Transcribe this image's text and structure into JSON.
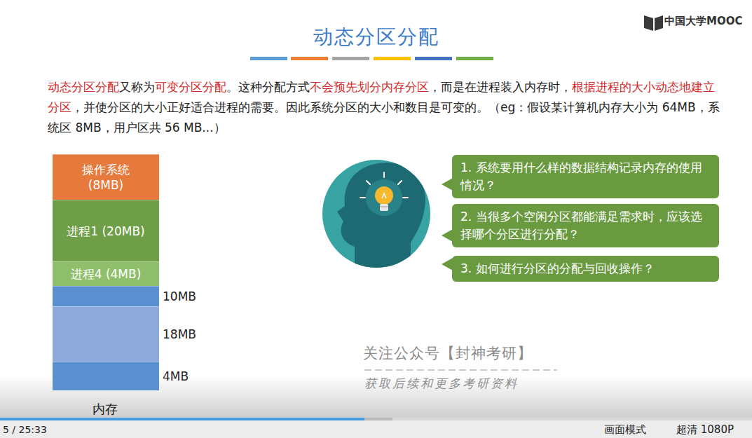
{
  "diagram": {
    "title": "动态分区分配",
    "nodes": [
      {
        "text": [
          "操作系统 (8MB)"
        ]
      },
      {
        "text": [
          "进程1 (20MB)"
        ]
      },
      {
        "text": [
          "进程4 (4MB)"
        ]
      },
      {
        "text": [
          "10MB"
        ]
      },
      {
        "text": [
          "18MB"
        ]
      },
      {
        "text": [
          "4MB"
        ]
      },
      {
        "text": [
          "1. 系统要用什么样的数据结构记录内存的使用情况？"
        ]
      },
      {
        "text": [
          "2. 当很多个空闲分区都能满足需求时，应该选择哪个分区进行分配？"
        ]
      },
      {
        "text": [
          "3. 如何进行分区的分配与回收操作？"
        ]
      }
    ],
    "labels": [
      "中国大学MOOC",
      "动态分区分配",
      "又称为",
      "可变分区分配",
      "。这种分配方式",
      "不会预先划分内存分区",
      "，而是在进程装入内存时，",
      "根据进程的大小动态地建立分区",
      "，并使分区的大小正好适合进程的需要。因此系统分区的大小和数目是可变的。（eg：假设某计算机内存大小为 64MB，系统区 8MB，用户区共 56 MB...）",
      "内存",
      "关注公众号【封神考研】",
      "获取后续和更多考研资料",
      "5 / 25:33",
      "画面模式",
      "超清 1080P"
    ]
  }
}
